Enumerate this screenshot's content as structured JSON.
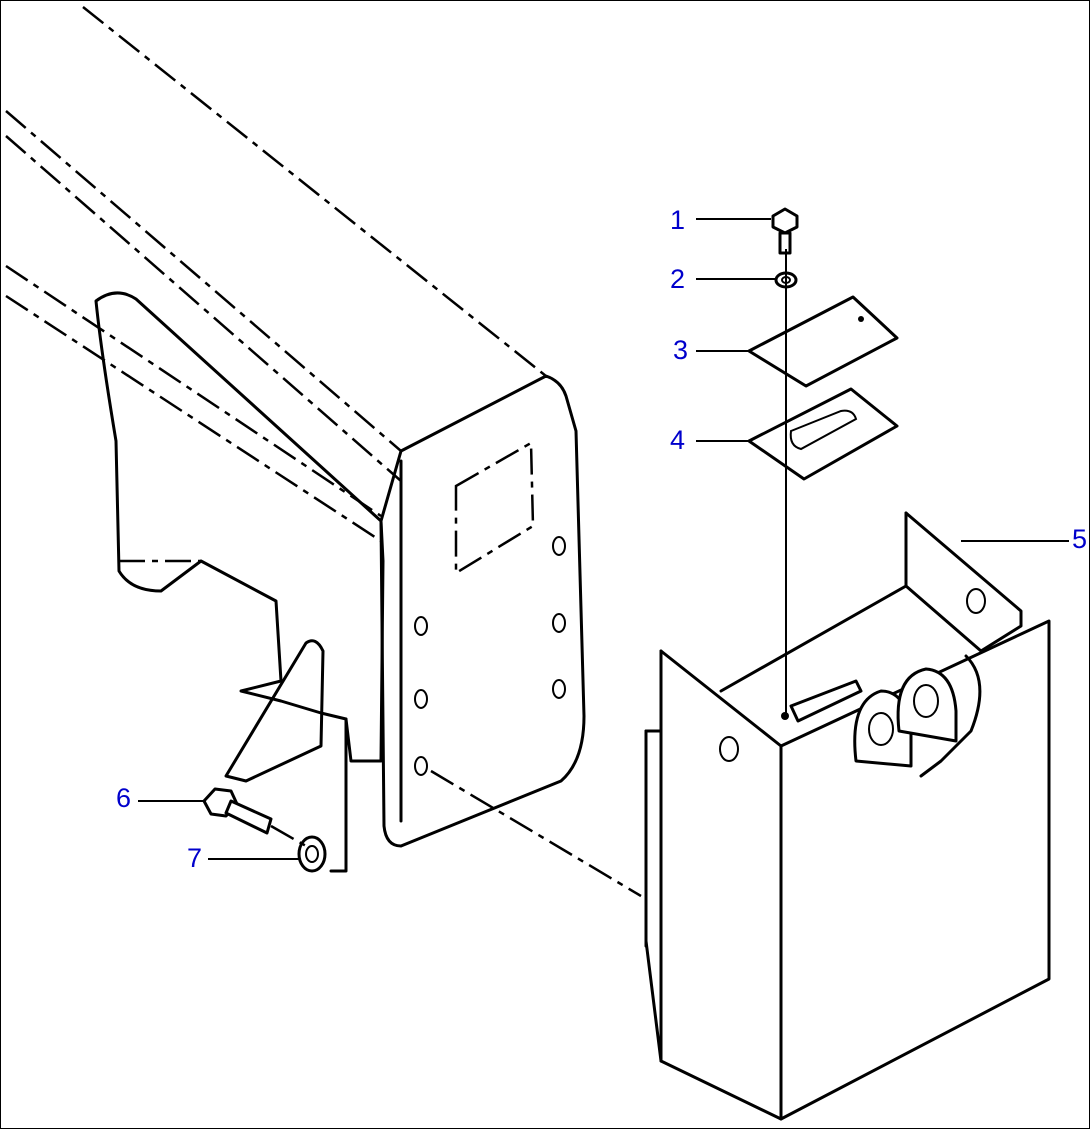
{
  "callouts": [
    {
      "id": "1",
      "label": "1"
    },
    {
      "id": "2",
      "label": "2"
    },
    {
      "id": "3",
      "label": "3"
    },
    {
      "id": "4",
      "label": "4"
    },
    {
      "id": "5",
      "label": "5"
    },
    {
      "id": "6",
      "label": "6"
    },
    {
      "id": "7",
      "label": "7"
    }
  ],
  "colors": {
    "callout_text": "#0000cc",
    "line": "#000000",
    "background": "#ffffff"
  }
}
